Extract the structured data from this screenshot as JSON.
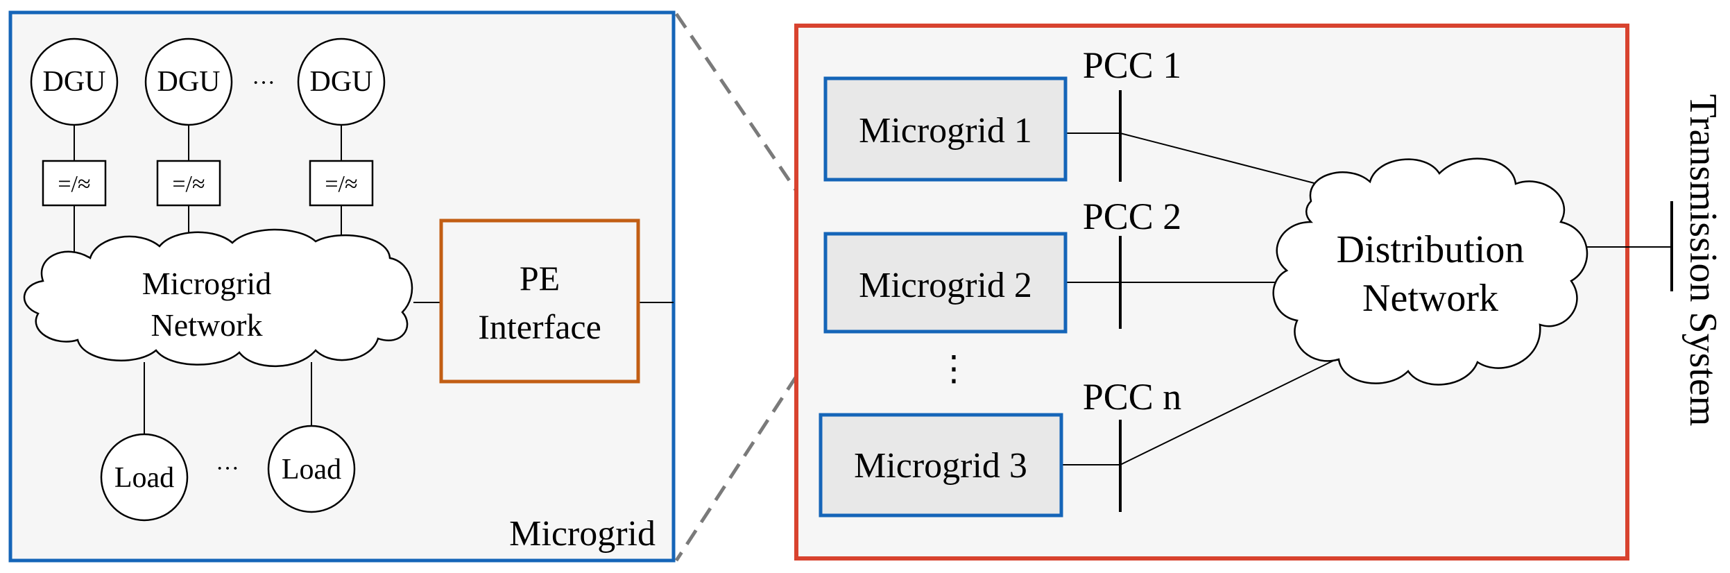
{
  "colors": {
    "microgrid_frame": "#1565b8",
    "distribution_frame": "#d8432f",
    "pe_interface_border": "#c25e14",
    "panel_fill": "#f6f6f6",
    "block_fill": "#e8e8e8",
    "dashed_zoom": "#7a7a7a"
  },
  "left_panel": {
    "label": "Microgrid",
    "dgus": [
      "DGU",
      "DGU",
      "DGU"
    ],
    "dgu_ellipsis": "···",
    "converter_symbol": "=/≈",
    "network_label_line1": "Microgrid",
    "network_label_line2": "Network",
    "pe_label_line1": "PE",
    "pe_label_line2": "Interface",
    "loads": [
      "Load",
      "Load"
    ],
    "load_ellipsis": "···"
  },
  "right_panel": {
    "microgrids": [
      "Microgrid 1",
      "Microgrid 2",
      "Microgrid 3"
    ],
    "pccs": [
      "PCC 1",
      "PCC 2",
      "PCC n"
    ],
    "vertical_ellipsis": "⋮",
    "distribution_line1": "Distribution",
    "distribution_line2": "Network"
  },
  "transmission_label": "Transmission System"
}
